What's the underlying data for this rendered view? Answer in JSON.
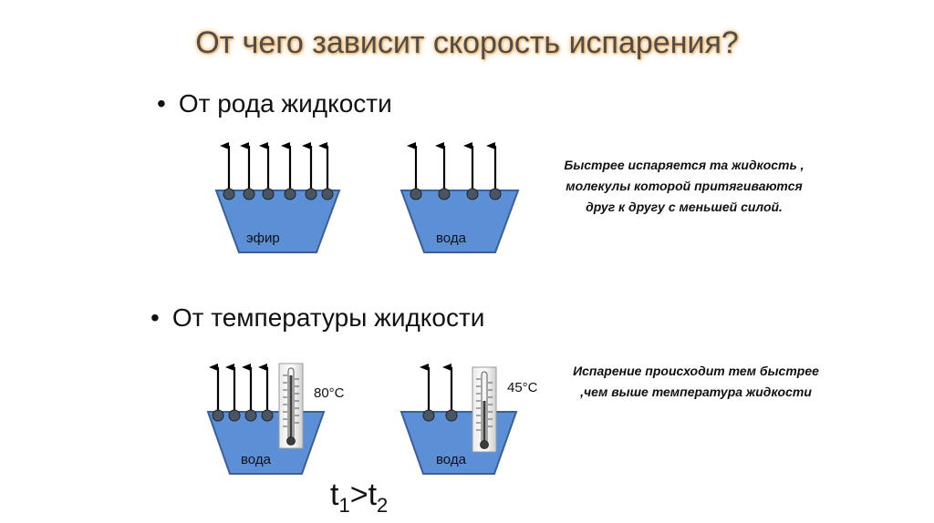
{
  "title": "От чего зависит скорость испарения?",
  "bullet_dot": "•",
  "section1": {
    "heading": "От рода жидкости",
    "vessel_left_label": "эфир",
    "vessel_right_label": "вода",
    "note": "Быстрее испаряется та жидкость , молекулы которой притягиваются друг к другу с меньшей силой."
  },
  "section2": {
    "heading": "От температуры жидкости",
    "vessel_left_label": "вода",
    "vessel_right_label": "вода",
    "temp_left": "80°C",
    "temp_right": "45°C",
    "note": "Испарение происходит тем быстрее ,чем выше температура жидкости",
    "formula_t": "t",
    "formula_sub1": "1",
    "formula_op": ">",
    "formula_sub2": "2"
  },
  "colors": {
    "liquid": "#5b8fd6",
    "molecule": "#4a5563",
    "title_glow": "#f7b96b"
  }
}
